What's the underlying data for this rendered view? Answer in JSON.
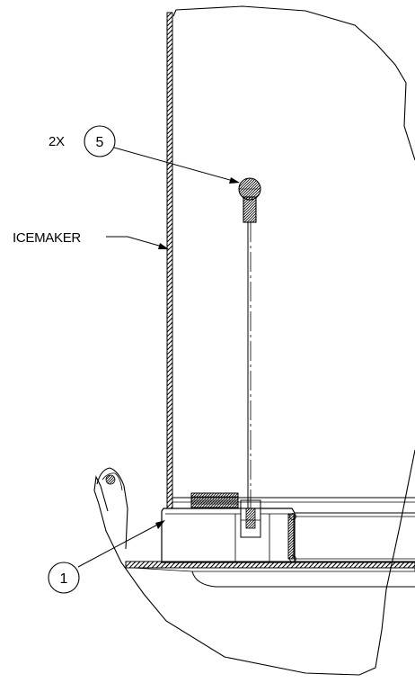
{
  "colors": {
    "line": "#000000",
    "background": "#ffffff"
  },
  "labels": {
    "quantity": "2X",
    "icemaker": "ICEMAKER"
  },
  "balloons": {
    "top": "5",
    "bottom": "1"
  }
}
